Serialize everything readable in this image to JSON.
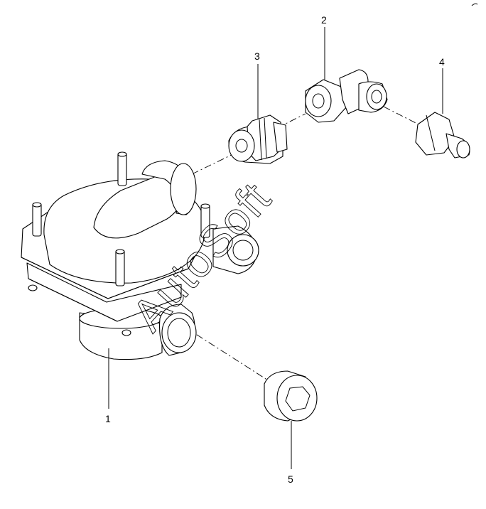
{
  "diagram": {
    "callouts": [
      {
        "id": "valve-body",
        "label": "1"
      },
      {
        "id": "elbow-fitting",
        "label": "2"
      },
      {
        "id": "adapter-fitting",
        "label": "3"
      },
      {
        "id": "straight-connector",
        "label": "4"
      },
      {
        "id": "hex-plug",
        "label": "5"
      }
    ],
    "watermark": "AutoSoft",
    "colors": {
      "line": "#000000",
      "background": "#ffffff"
    }
  }
}
